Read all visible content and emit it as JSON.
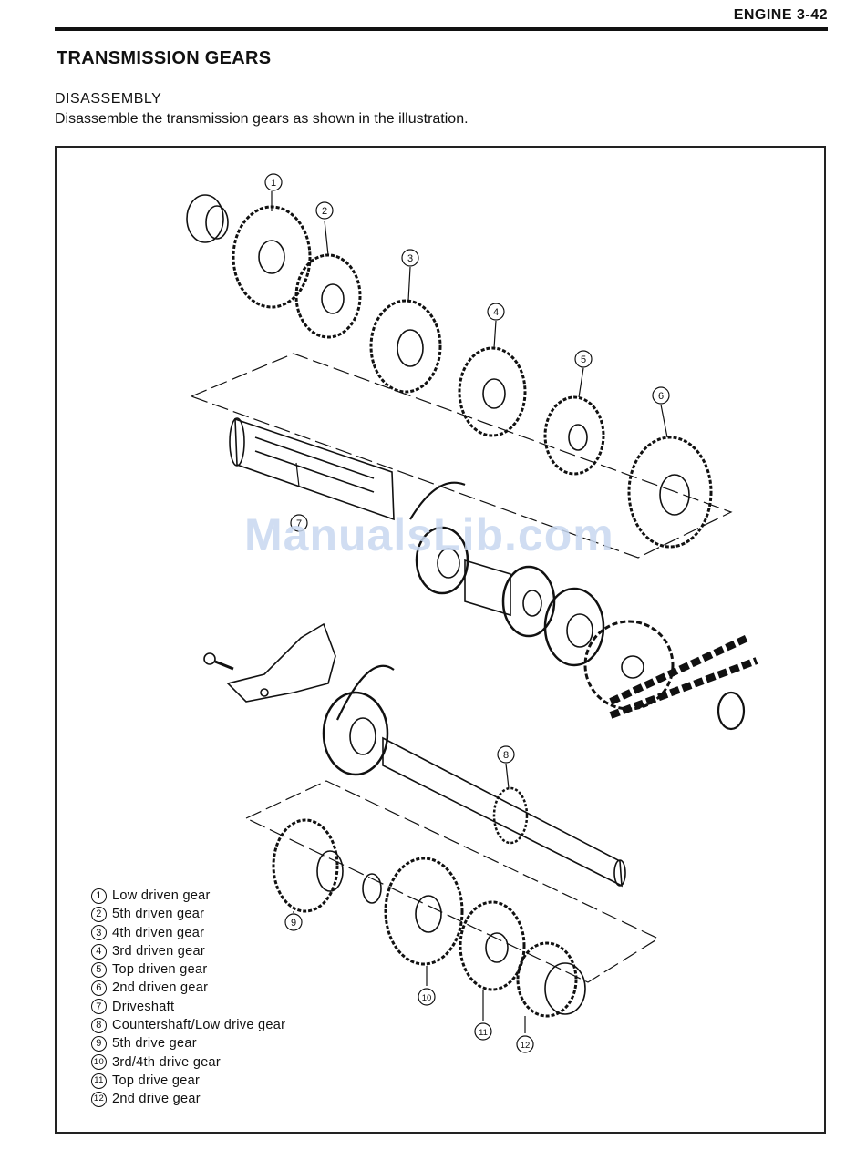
{
  "header": {
    "section": "ENGINE 3-42"
  },
  "title": "TRANSMISSION GEARS",
  "subtitle": "DISASSEMBLY",
  "description": "Disassemble the transmission gears as shown in the illustration.",
  "watermark": "ManualsLib.com",
  "callouts": [
    "1",
    "2",
    "3",
    "4",
    "5",
    "6",
    "7",
    "8",
    "9",
    "10",
    "11",
    "12"
  ],
  "legend": [
    {
      "num": "1",
      "label": "Low driven gear"
    },
    {
      "num": "2",
      "label": "5th driven gear"
    },
    {
      "num": "3",
      "label": "4th driven gear"
    },
    {
      "num": "4",
      "label": "3rd driven gear"
    },
    {
      "num": "5",
      "label": "Top driven gear"
    },
    {
      "num": "6",
      "label": "2nd driven gear"
    },
    {
      "num": "7",
      "label": "Driveshaft"
    },
    {
      "num": "8",
      "label": "Countershaft/Low drive gear"
    },
    {
      "num": "9",
      "label": "5th drive gear"
    },
    {
      "num": "10",
      "label": "3rd/4th drive gear"
    },
    {
      "num": "11",
      "label": "Top drive gear"
    },
    {
      "num": "12",
      "label": "2nd drive gear"
    }
  ]
}
